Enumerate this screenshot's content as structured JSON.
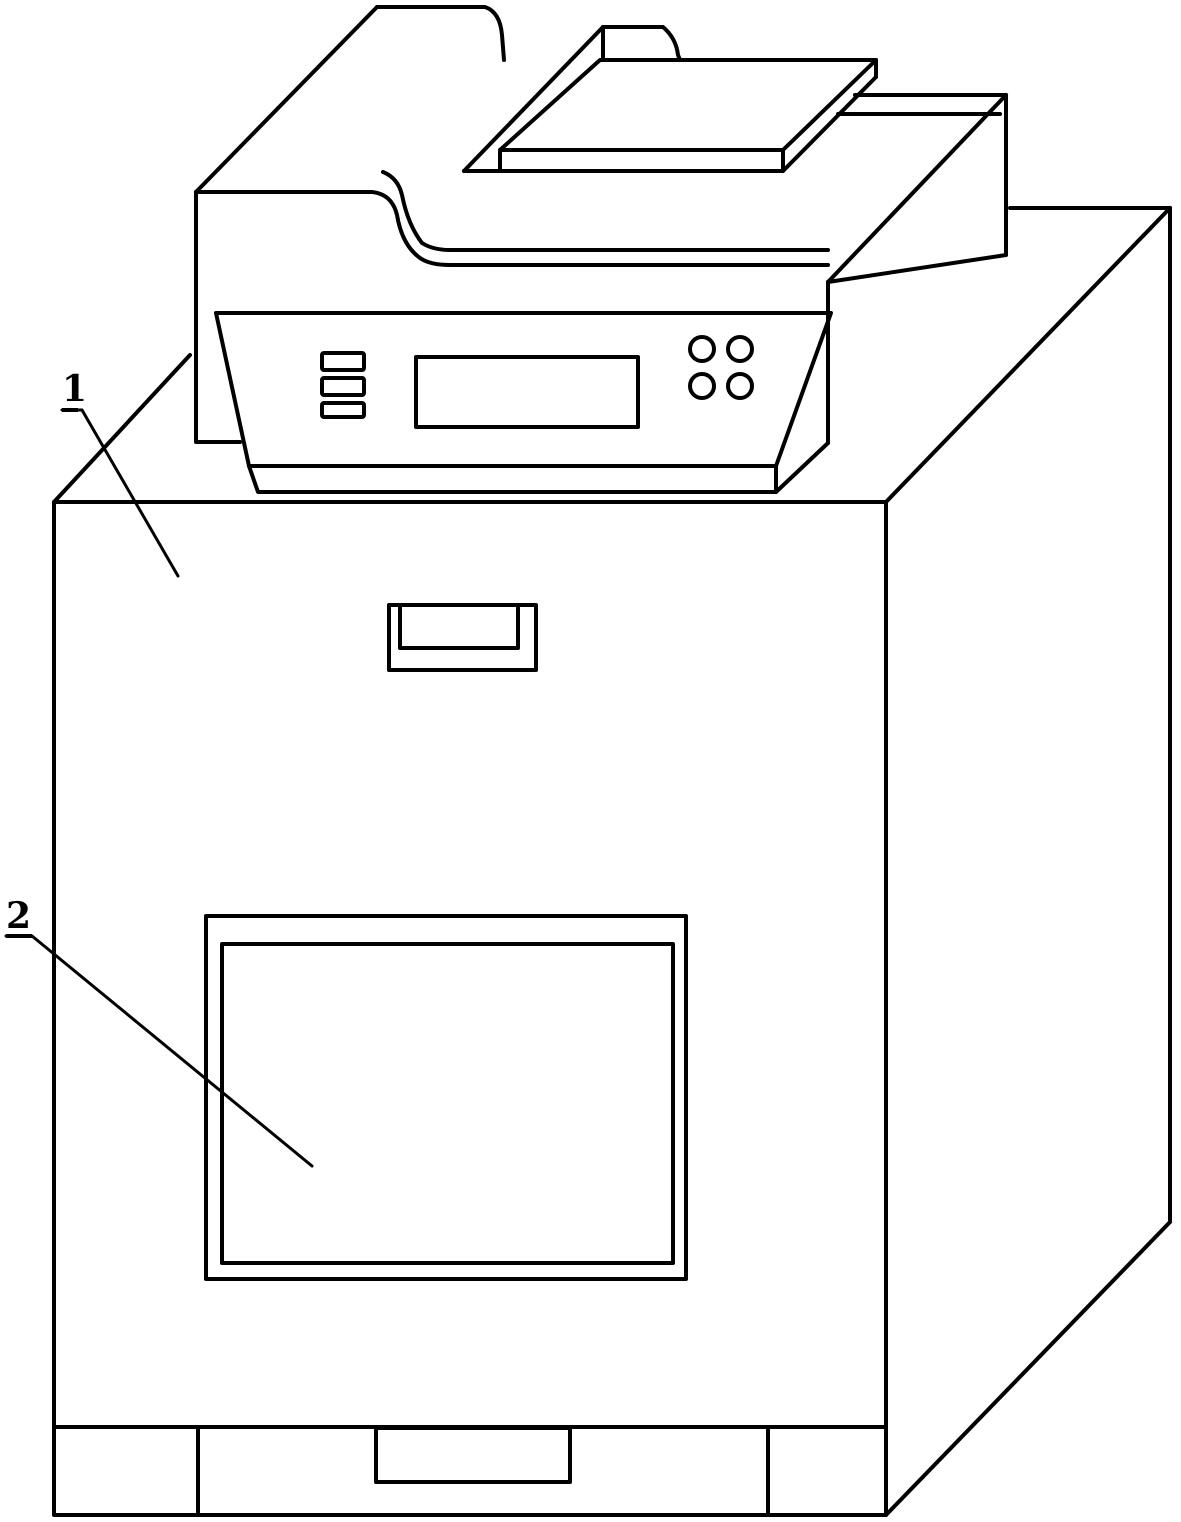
{
  "figure": {
    "type": "patent-line-drawing",
    "subject": "printer/copier mounted on storage cabinet",
    "stroke_color": "#000000",
    "background_color": "#ffffff"
  },
  "labels": [
    {
      "id": "1",
      "text": "1",
      "refers_to": "cabinet body"
    },
    {
      "id": "2",
      "text": "2",
      "refers_to": "front access door panel"
    }
  ],
  "components": {
    "printer": {
      "control_panel": {
        "small_buttons": 3,
        "display_screen": 1,
        "round_keys": 4
      },
      "document_feeder_tray": true,
      "output_tray": true
    },
    "cabinet": {
      "top_handle_slot": true,
      "front_window_door": true,
      "base_plinth_sections": 3,
      "base_center_recess": true
    }
  }
}
